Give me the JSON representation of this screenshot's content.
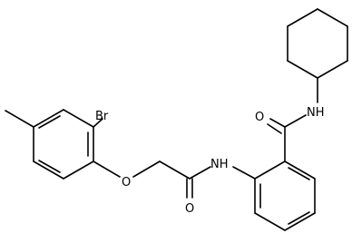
{
  "molecule": {
    "atom_labels": {
      "br": "Br",
      "o_ether": "O",
      "nh_amide1": "NH",
      "o_amide1": "O",
      "o_amide2": "O",
      "nh_amide2": "NH"
    }
  }
}
